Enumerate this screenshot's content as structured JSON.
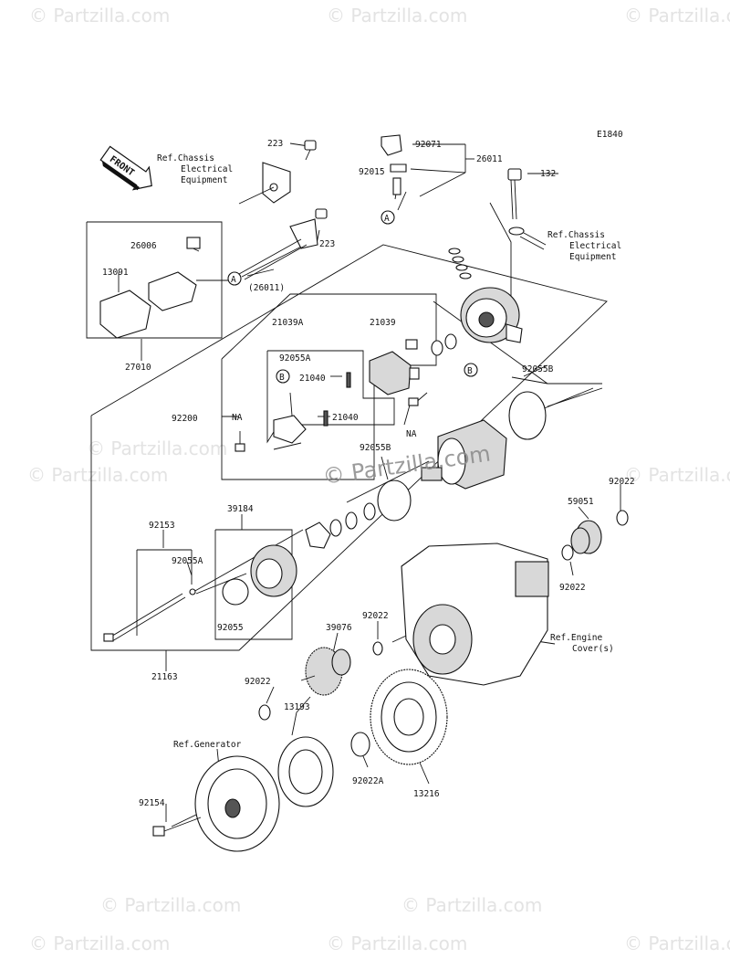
{
  "diagram_code": "E1840",
  "watermark": "© Partzilla.com",
  "front_label": "FRONT",
  "references": {
    "ref_chassis_1": [
      "Ref.Chassis",
      "Electrical",
      "Equipment"
    ],
    "ref_chassis_2": [
      "Ref.Chassis",
      "Electrical",
      "Equipment"
    ],
    "ref_engine": [
      "Ref.Engine",
      "Cover(s)"
    ],
    "ref_generator": "Ref.Generator"
  },
  "callouts": {
    "A": "A",
    "B": "B",
    "NA": "NA"
  },
  "part_numbers": {
    "p223a": "223",
    "p223b": "223",
    "p92071": "92071",
    "p26011": "26011",
    "p92015": "92015",
    "p132": "132",
    "p26006": "26006",
    "p13091": "13091",
    "p26011b": "(26011)",
    "p27010": "27010",
    "p21039A": "21039A",
    "p21039": "21039",
    "p92055A_top": "92055A",
    "p21040a": "21040",
    "p21040b": "21040",
    "p92055B_a": "92055B",
    "p92055B_b": "92055B",
    "p92200": "92200",
    "p92153": "92153",
    "p39184": "39184",
    "p92055A_mid": "92055A",
    "p92055": "92055",
    "p21163": "21163",
    "p92022_a": "92022",
    "p59051": "59051",
    "p92022_b": "92022",
    "p92022_c": "92022",
    "p39076": "39076",
    "p92022_d": "92022",
    "p13193": "13193",
    "p92022A": "92022A",
    "p13216": "13216",
    "p92154": "92154"
  }
}
